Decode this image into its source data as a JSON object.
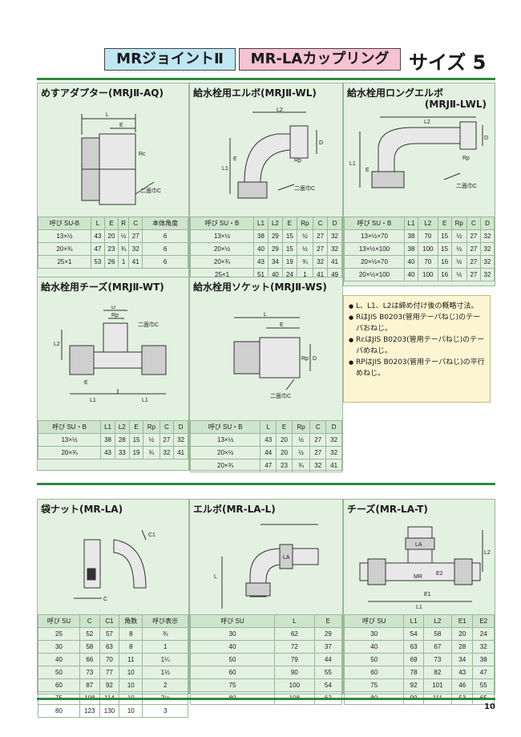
{
  "header": {
    "tag1": "MRジョイントⅡ",
    "tag2": "MR-LAカップリング",
    "title": "サイズ 5"
  },
  "panels": {
    "aq": {
      "title": "めすアダプター(MRJⅡ-AQ)",
      "labels": {
        "l": "L",
        "e": "E",
        "rc": "Rc",
        "c": "二面巾C"
      },
      "headers": [
        "呼び SU-B",
        "L",
        "E",
        "R",
        "C",
        "本体角度"
      ],
      "rows": [
        [
          "13×½",
          "43",
          "20",
          "½",
          "27",
          "6"
        ],
        [
          "20×¾",
          "47",
          "23",
          "¾",
          "32",
          "6"
        ],
        [
          "25×1",
          "53",
          "26",
          "1",
          "41",
          "6"
        ]
      ]
    },
    "wl": {
      "title": "給水栓用エルボ(MRJⅡ-WL)",
      "labels": {
        "l2": "L2",
        "l1": "L1",
        "e": "E",
        "rp": "Rp",
        "d": "D",
        "c": "二面巾C"
      },
      "headers": [
        "呼び SU・B",
        "L1",
        "L2",
        "E",
        "Rp",
        "C",
        "D"
      ],
      "rows": [
        [
          "13×½",
          "38",
          "29",
          "15",
          "½",
          "27",
          "32"
        ],
        [
          "20×½",
          "40",
          "29",
          "15",
          "½",
          "27",
          "32"
        ],
        [
          "20×¾",
          "43",
          "34",
          "19",
          "¾",
          "32",
          "41"
        ],
        [
          "25×1",
          "51",
          "40",
          "24",
          "1",
          "41",
          "49"
        ]
      ]
    },
    "lwl": {
      "title": "給水栓用ロングエルボ",
      "title2": "(MRJⅡ-LWL)",
      "labels": {
        "l2": "L2",
        "l1": "L1",
        "e": "E",
        "rp": "Rp",
        "d": "D",
        "c": "二面巾C"
      },
      "headers": [
        "呼び SU・B",
        "L1",
        "L2",
        "E",
        "Rp",
        "C",
        "D"
      ],
      "rows": [
        [
          "13×½×70",
          "38",
          "70",
          "15",
          "½",
          "27",
          "32"
        ],
        [
          "13×½×100",
          "38",
          "100",
          "15",
          "½",
          "27",
          "32"
        ],
        [
          "20×½×70",
          "40",
          "70",
          "16",
          "½",
          "27",
          "32"
        ],
        [
          "20×½×100",
          "40",
          "100",
          "16",
          "½",
          "27",
          "32"
        ]
      ]
    },
    "wt": {
      "title": "給水栓用チーズ(MRJⅡ-WT)",
      "labels": {
        "d": "D",
        "rp": "Rp",
        "c": "二面巾C",
        "l2": "L2",
        "l1": "L1",
        "e": "E"
      },
      "headers": [
        "呼び SU・B",
        "L1",
        "L2",
        "E",
        "Rp",
        "C",
        "D"
      ],
      "rows": [
        [
          "13×½",
          "38",
          "28",
          "15",
          "½",
          "27",
          "32"
        ],
        [
          "20×¾",
          "43",
          "33",
          "19",
          "¾",
          "32",
          "41"
        ]
      ]
    },
    "ws": {
      "title": "給水栓用ソケット(MRJⅡ-WS)",
      "labels": {
        "l": "L",
        "e": "E",
        "rp": "Rp",
        "d": "D",
        "c": "二面巾C"
      },
      "headers": [
        "呼び SU・B",
        "L",
        "E",
        "Rp",
        "C",
        "D"
      ],
      "rows": [
        [
          "13×½",
          "43",
          "20",
          "½",
          "27",
          "32"
        ],
        [
          "20×½",
          "44",
          "20",
          "½",
          "27",
          "32"
        ],
        [
          "20×¾",
          "47",
          "23",
          "¾",
          "32",
          "41"
        ]
      ]
    },
    "la": {
      "title": "袋ナット(MR-LA)",
      "labels": {
        "c1": "C1",
        "c": "C"
      },
      "headers": [
        "呼び SU",
        "C",
        "C1",
        "角数",
        "呼び表示"
      ],
      "rows": [
        [
          "25",
          "52",
          "57",
          "8",
          "¾"
        ],
        [
          "30",
          "58",
          "63",
          "8",
          "1"
        ],
        [
          "40",
          "66",
          "70",
          "11",
          "1¼"
        ],
        [
          "50",
          "73",
          "77",
          "10",
          "1½"
        ],
        [
          "60",
          "87",
          "92",
          "10",
          "2"
        ],
        [
          "75",
          "108",
          "114",
          "10",
          "2½"
        ],
        [
          "80",
          "123",
          "130",
          "10",
          "3"
        ]
      ]
    },
    "lal": {
      "title": "エルボ(MR-LA-L)",
      "labels": {
        "l": "L",
        "la": "LA"
      },
      "headers": [
        "呼び SU",
        "L",
        "E"
      ],
      "rows": [
        [
          "30",
          "62",
          "29"
        ],
        [
          "40",
          "72",
          "37"
        ],
        [
          "50",
          "79",
          "44"
        ],
        [
          "60",
          "90",
          "55"
        ],
        [
          "75",
          "100",
          "54"
        ],
        [
          "80",
          "108",
          "62"
        ]
      ]
    },
    "lat": {
      "title": "チーズ(MR-LA-T)",
      "labels": {
        "l1": "L1",
        "l2": "L2",
        "e1": "E1",
        "e2": "E2",
        "mr": "MR",
        "la": "LA"
      },
      "headers": [
        "呼び SU",
        "L1",
        "L2",
        "E1",
        "E2"
      ],
      "rows": [
        [
          "30",
          "54",
          "58",
          "20",
          "24"
        ],
        [
          "40",
          "63",
          "67",
          "28",
          "32"
        ],
        [
          "50",
          "69",
          "73",
          "34",
          "38"
        ],
        [
          "60",
          "78",
          "82",
          "43",
          "47"
        ],
        [
          "75",
          "92",
          "101",
          "46",
          "55"
        ],
        [
          "80",
          "99",
          "111",
          "53",
          "65"
        ]
      ]
    }
  },
  "notes": [
    "L、L1、L2は締め付け後の概略寸法。",
    "RはJIS B0203(管用テーパねじ)のテーパおねじ。",
    "RcはJIS B0203(管用テーパねじ)のテーパめねじ。",
    "RPはJIS B0203(管用テーパねじ)の平行めねじ。"
  ],
  "page_number": "10"
}
